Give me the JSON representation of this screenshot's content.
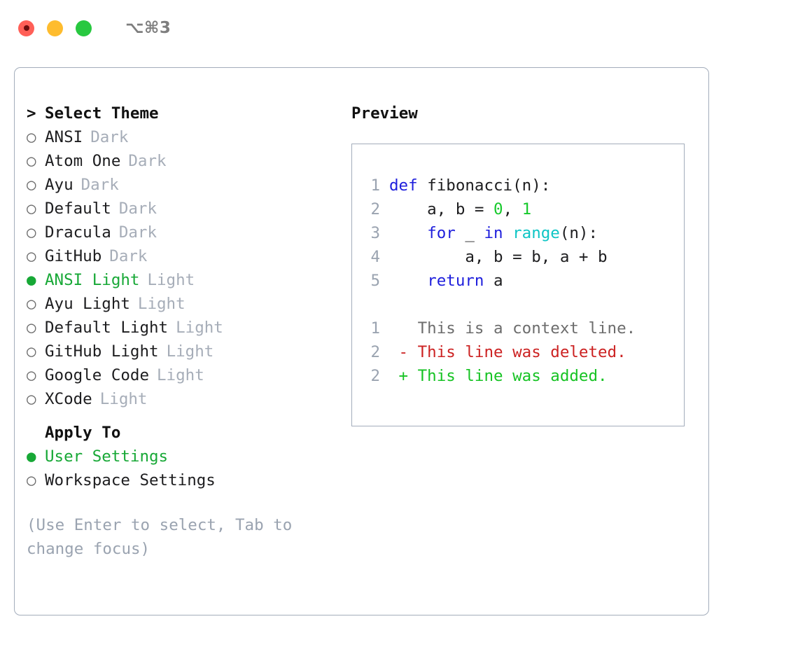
{
  "titlebar": {
    "shortcut": "⌥⌘3",
    "buttons": [
      {
        "name": "close",
        "color": "#ff5f57"
      },
      {
        "name": "minimize",
        "color": "#febc2e"
      },
      {
        "name": "maximize",
        "color": "#28c840"
      }
    ]
  },
  "theme_list": {
    "header_marker": ">",
    "header_label": "Select Theme",
    "marker_unselected": "○",
    "marker_selected": "●",
    "items": [
      {
        "marker": "○",
        "label": "ANSI",
        "suffix": "Dark",
        "selected": false
      },
      {
        "marker": "○",
        "label": "Atom One",
        "suffix": "Dark",
        "selected": false
      },
      {
        "marker": "○",
        "label": "Ayu",
        "suffix": "Dark",
        "selected": false
      },
      {
        "marker": "○",
        "label": "Default",
        "suffix": "Dark",
        "selected": false
      },
      {
        "marker": "○",
        "label": "Dracula",
        "suffix": "Dark",
        "selected": false
      },
      {
        "marker": "○",
        "label": "GitHub",
        "suffix": "Dark",
        "selected": false
      },
      {
        "marker": "●",
        "label": "ANSI Light",
        "suffix": "Light",
        "selected": true
      },
      {
        "marker": "○",
        "label": "Ayu Light",
        "suffix": "Light",
        "selected": false
      },
      {
        "marker": "○",
        "label": "Default Light",
        "suffix": "Light",
        "selected": false
      },
      {
        "marker": "○",
        "label": "GitHub Light",
        "suffix": "Light",
        "selected": false
      },
      {
        "marker": "○",
        "label": "Google Code",
        "suffix": "Light",
        "selected": false
      },
      {
        "marker": "○",
        "label": "XCode",
        "suffix": "Light",
        "selected": false
      }
    ]
  },
  "apply_to": {
    "title": "Apply To",
    "items": [
      {
        "marker": "●",
        "label": "User Settings",
        "selected": true
      },
      {
        "marker": "○",
        "label": "Workspace Settings",
        "selected": false
      }
    ]
  },
  "hint": "(Use Enter to select, Tab to change focus)",
  "preview": {
    "title": "Preview",
    "code_lines": [
      {
        "number": "1",
        "tokens": [
          {
            "text": "def ",
            "type": "kw"
          },
          {
            "text": "fibonacci(n):",
            "type": "plain"
          }
        ]
      },
      {
        "number": "2",
        "tokens": [
          {
            "text": "    a, b = ",
            "type": "plain"
          },
          {
            "text": "0",
            "type": "num"
          },
          {
            "text": ", ",
            "type": "plain"
          },
          {
            "text": "1",
            "type": "num"
          }
        ]
      },
      {
        "number": "3",
        "tokens": [
          {
            "text": "    ",
            "type": "plain"
          },
          {
            "text": "for",
            "type": "kw"
          },
          {
            "text": " _ ",
            "type": "plain"
          },
          {
            "text": "in",
            "type": "kw"
          },
          {
            "text": " ",
            "type": "plain"
          },
          {
            "text": "range",
            "type": "fn"
          },
          {
            "text": "(n):",
            "type": "plain"
          }
        ]
      },
      {
        "number": "4",
        "tokens": [
          {
            "text": "        a, b = b, a + b",
            "type": "plain"
          }
        ]
      },
      {
        "number": "5",
        "tokens": [
          {
            "text": "    ",
            "type": "plain"
          },
          {
            "text": "return",
            "type": "kw"
          },
          {
            "text": " a",
            "type": "plain"
          }
        ]
      }
    ],
    "diff_lines": [
      {
        "number": "1",
        "sign": " ",
        "text": "This is a context line.",
        "type": "ctx"
      },
      {
        "number": "2",
        "sign": "-",
        "text": "This line was deleted.",
        "type": "del"
      },
      {
        "number": "2",
        "sign": "+",
        "text": "This line was added.",
        "type": "add"
      }
    ]
  },
  "colors": {
    "accent_green": "#17a836",
    "muted": "#a6adb8",
    "border": "#a3adbb",
    "keyword_blue": "#1e1edc",
    "function_cyan": "#0ec5c5",
    "number_green": "#17c92c",
    "diff_red": "#cc2222",
    "diff_green": "#16c323"
  }
}
